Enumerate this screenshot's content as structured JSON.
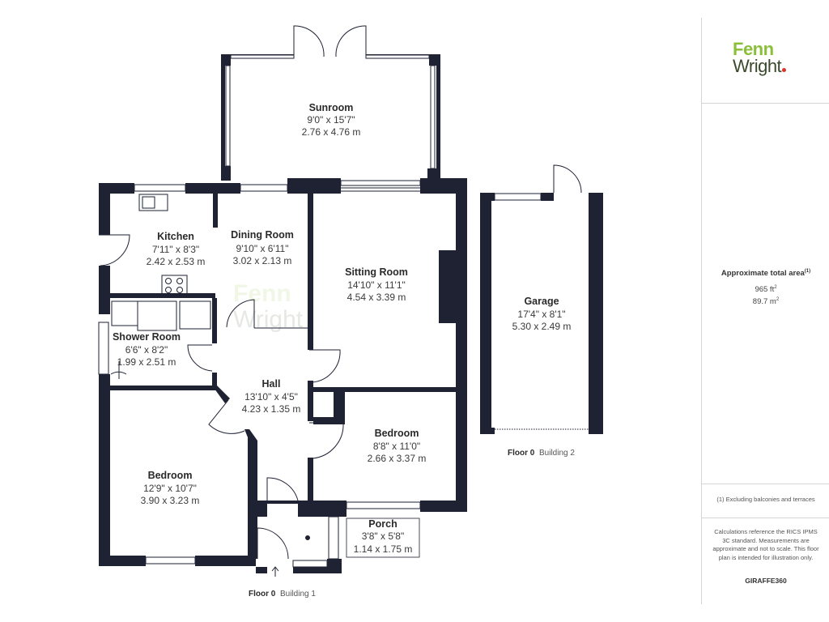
{
  "rooms": {
    "sunroom": {
      "name": "Sunroom",
      "imperial": "9'0\" x 15'7\"",
      "metric": "2.76 x 4.76 m"
    },
    "kitchen": {
      "name": "Kitchen",
      "imperial": "7'11\" x 8'3\"",
      "metric": "2.42 x 2.53 m"
    },
    "dining": {
      "name": "Dining Room",
      "imperial": "9'10\" x 6'11\"",
      "metric": "3.02 x 2.13 m"
    },
    "sitting": {
      "name": "Sitting Room",
      "imperial": "14'10\" x 11'1\"",
      "metric": "4.54 x 3.39 m"
    },
    "shower": {
      "name": "Shower Room",
      "imperial": "6'6\" x 8'2\"",
      "metric": "1.99 x 2.51 m"
    },
    "hall": {
      "name": "Hall",
      "imperial": "13'10\" x 4'5\"",
      "metric": "4.23 x 1.35 m"
    },
    "bedroom1": {
      "name": "Bedroom",
      "imperial": "12'9\" x 10'7\"",
      "metric": "3.90 x 3.23 m"
    },
    "bedroom2": {
      "name": "Bedroom",
      "imperial": "8'8\" x 11'0\"",
      "metric": "2.66 x 3.37 m"
    },
    "porch": {
      "name": "Porch",
      "imperial": "3'8\" x 5'8\"",
      "metric": "1.14 x 1.75 m"
    },
    "garage": {
      "name": "Garage",
      "imperial": "17'4\" x 8'1\"",
      "metric": "5.30 x 2.49 m"
    }
  },
  "captions": {
    "building1": {
      "floor": "Floor 0",
      "building": "Building 1"
    },
    "building2": {
      "floor": "Floor 0",
      "building": "Building 2"
    }
  },
  "sidebar": {
    "logo_line1": "Fenn",
    "logo_line2": "Wright",
    "area_title": "Approximate total area",
    "area_title_note": "(1)",
    "area_ft": "965 ft",
    "area_ft_unit": "2",
    "area_m": "89.7 m",
    "area_m_unit": "2",
    "footnote": "(1) Excluding balconies and terraces",
    "disclaimer": "Calculations reference the RICS IPMS 3C standard. Measurements are approximate and not to scale. This floor plan is intended for illustration only.",
    "brand": "GIRAFFE360"
  },
  "watermark": {
    "line1": "Fenn",
    "line2": "Wright"
  },
  "colors": {
    "wall": "#1e2233",
    "logo_green": "#8bbf3a",
    "logo_dark": "#3b4a2c",
    "logo_dot": "#d9342b"
  }
}
